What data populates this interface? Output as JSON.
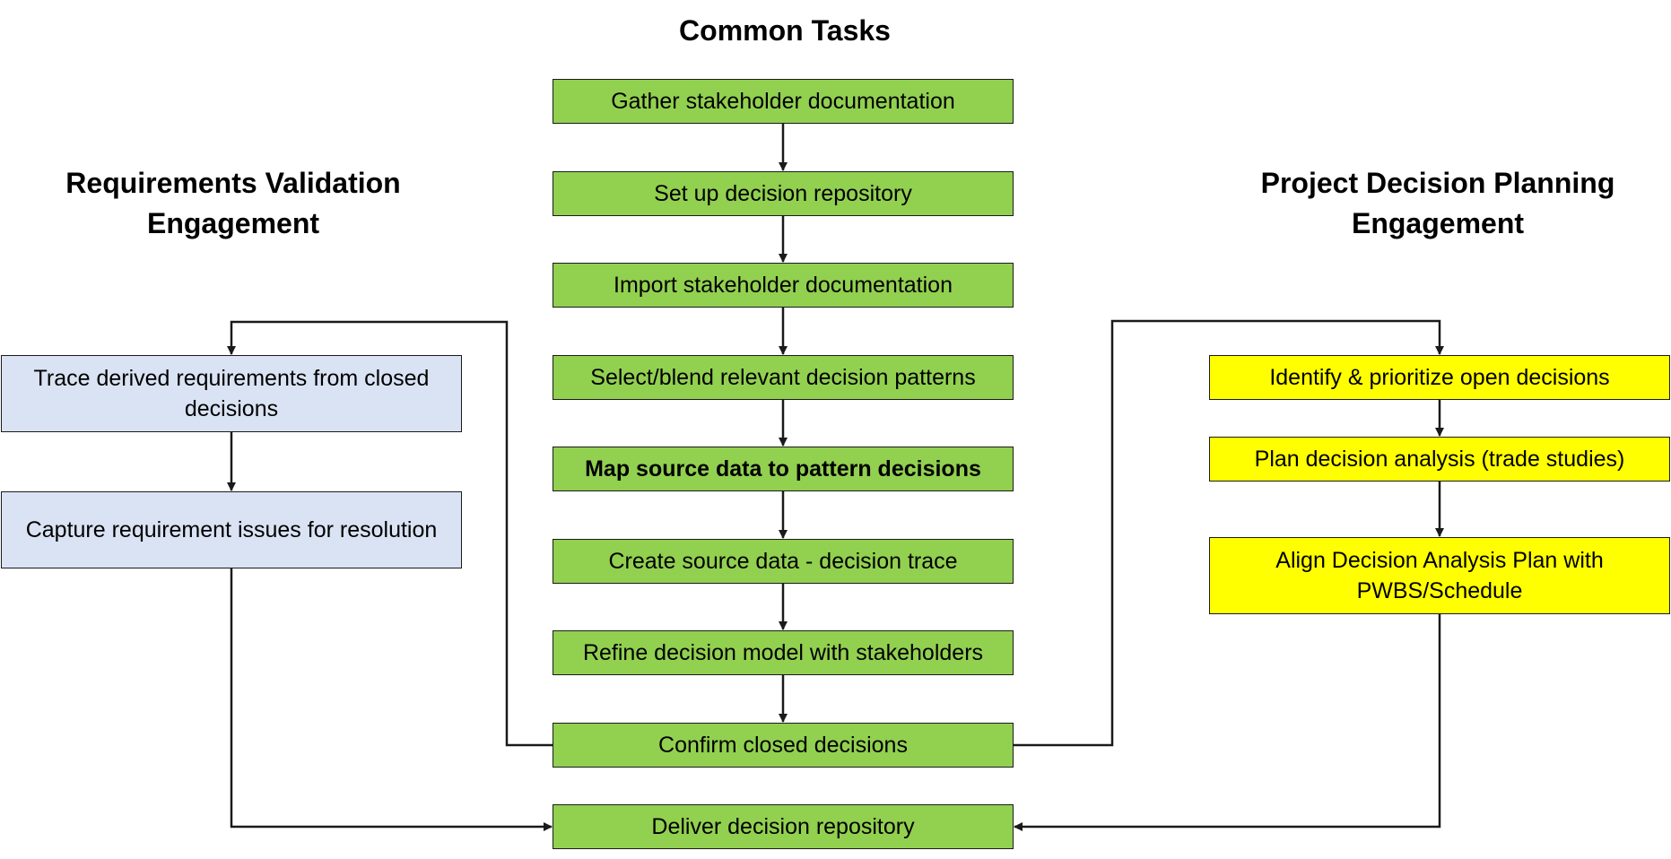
{
  "headings": {
    "common": "Common Tasks",
    "left": "Requirements Validation Engagement",
    "right": "Project Decision Planning Engagement"
  },
  "common_tasks": [
    "Gather stakeholder documentation",
    "Set up decision repository",
    "Import stakeholder documentation",
    "Select/blend relevant decision patterns",
    "Map source data to pattern decisions",
    "Create source data - decision trace",
    "Refine decision model with stakeholders",
    "Confirm closed decisions",
    "Deliver decision repository"
  ],
  "requirements_tasks": [
    "Trace derived requirements from closed decisions",
    "Capture requirement issues for resolution"
  ],
  "planning_tasks": [
    "Identify & prioritize open decisions",
    "Plan decision analysis (trade studies)",
    "Align Decision Analysis Plan with PWBS/Schedule"
  ],
  "colors": {
    "common": "#92d050",
    "requirements": "#dae3f3",
    "planning": "#ffff00",
    "lines": "#1a1a1a"
  }
}
